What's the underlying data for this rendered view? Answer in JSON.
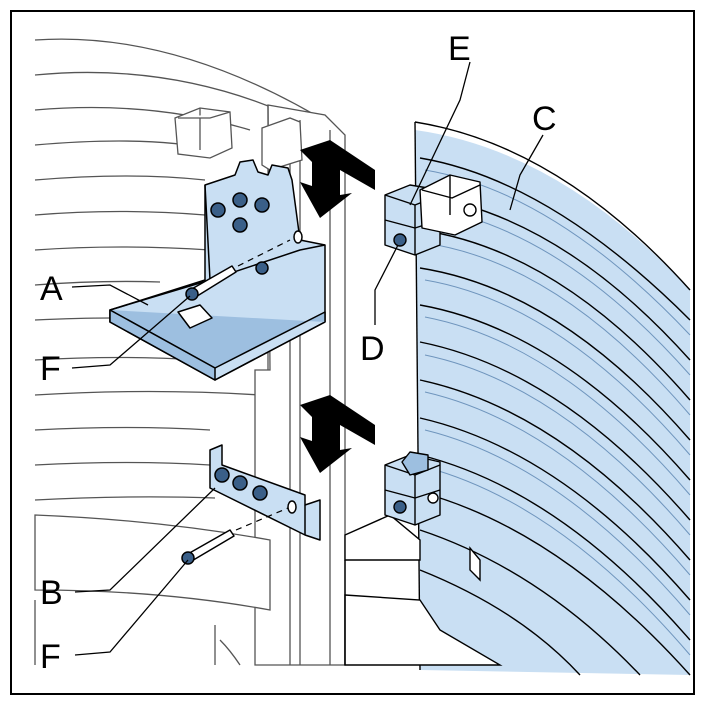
{
  "callouts": {
    "a": "A",
    "b": "B",
    "c": "C",
    "d": "D",
    "e": "E",
    "f_upper": "F",
    "f_lower": "F"
  },
  "colors": {
    "part_blue": "#c9dff3",
    "part_blue_dark": "#9dbfe0",
    "line": "#000000",
    "background": "#ffffff",
    "gray_frame": "#c8c8c8"
  }
}
